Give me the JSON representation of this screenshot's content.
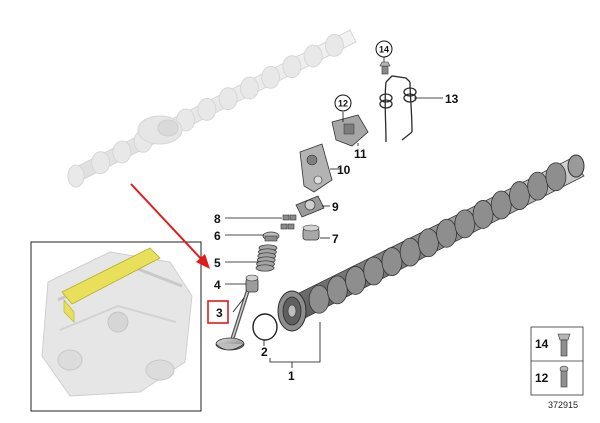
{
  "diagram_number": "372915",
  "colors": {
    "line": "#111111",
    "part_shade": "#a9a9a9",
    "part_dark": "#6e6e6e",
    "ghost": "#e3e3e3",
    "highlight_red": "#e11b1b",
    "engine_yellow": "#e8e05a"
  },
  "callouts": [
    {
      "id": "1",
      "label": "1"
    },
    {
      "id": "2",
      "label": "2"
    },
    {
      "id": "3",
      "label": "3"
    },
    {
      "id": "4",
      "label": "4"
    },
    {
      "id": "5",
      "label": "5"
    },
    {
      "id": "6",
      "label": "6"
    },
    {
      "id": "7",
      "label": "7"
    },
    {
      "id": "8",
      "label": "8"
    },
    {
      "id": "9",
      "label": "9"
    },
    {
      "id": "10",
      "label": "10"
    },
    {
      "id": "11",
      "label": "11"
    },
    {
      "id": "12",
      "label": "12"
    },
    {
      "id": "13",
      "label": "13"
    },
    {
      "id": "14",
      "label": "14"
    }
  ],
  "fastener_legend": [
    {
      "label": "14",
      "icon": "bolt-icon"
    },
    {
      "label": "12",
      "icon": "bolt-icon"
    }
  ],
  "highlighted_callout": "3"
}
